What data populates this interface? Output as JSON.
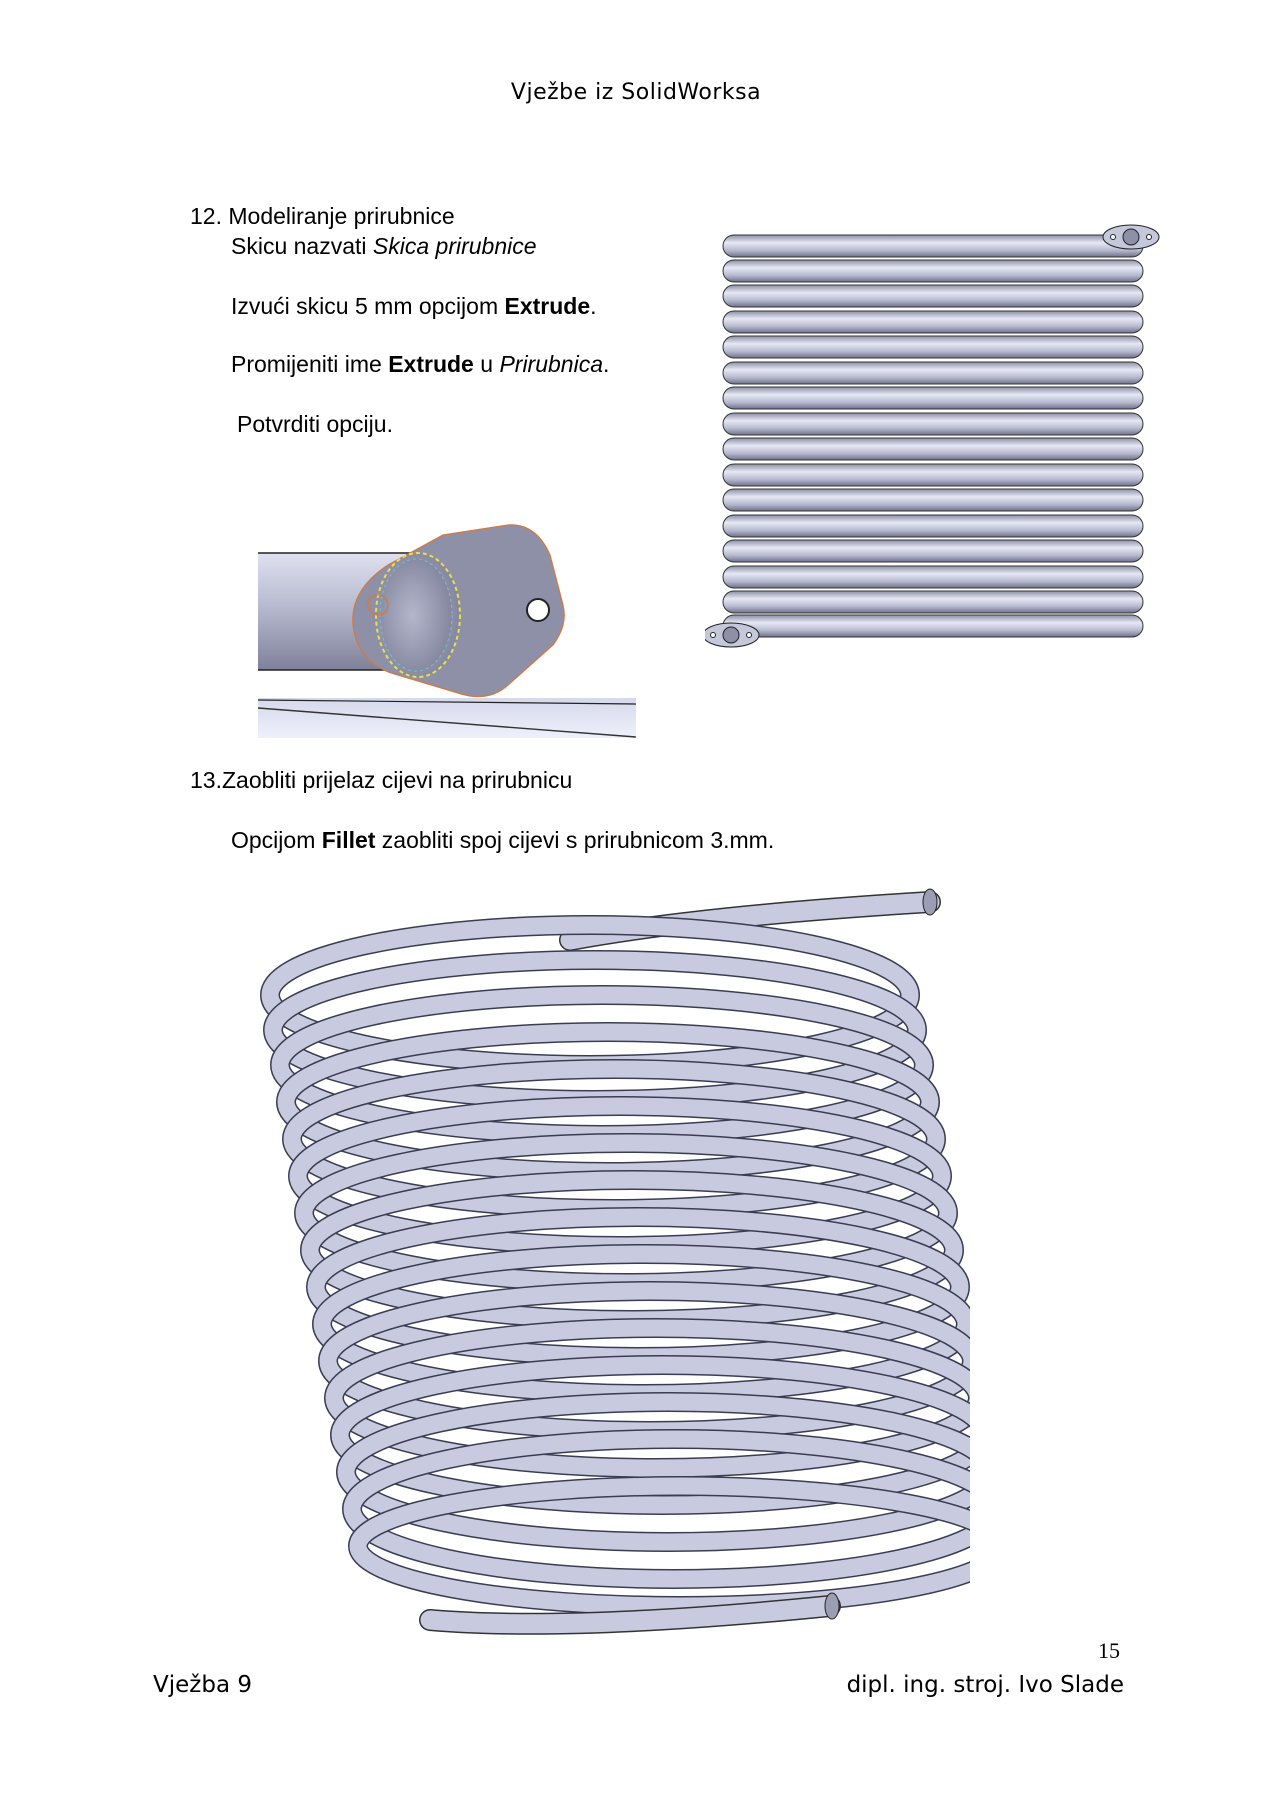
{
  "header": {
    "title": "Vježbe iz SolidWorksa"
  },
  "step12": {
    "number": "12.",
    "title": "Modeliranje prirubnice",
    "line1_prefix": "Skicu nazvati ",
    "line1_italic": "Skica prirubnice",
    "line2_prefix": "Izvući skicu 5 mm opcijom ",
    "line2_bold": "Extrude",
    "line2_suffix": ".",
    "line3_prefix": "Promijeniti ime ",
    "line3_bold": "Extrude",
    "line3_mid": " u ",
    "line3_italic": "Prirubnica",
    "line3_suffix": ".",
    "line4": "Potvrditi opciju."
  },
  "step13": {
    "number": "13.",
    "title": "Zaobliti prijelaz cijevi na prirubnicu",
    "line1_prefix": "Opcijom ",
    "line1_bold": "Fillet",
    "line1_suffix": " zaobliti spoj cijevi s prirubnicom 3.mm."
  },
  "figures": {
    "flange_closeup": "flange-sketch-closeup",
    "coil_front": "coil-front-view",
    "coil_iso": "coil-isometric-view"
  },
  "colors": {
    "tube": "#c8cbe0",
    "tube_dark": "#8a8ea8",
    "sketch_orange": "#d9773a",
    "sketch_yellow": "#e8e04a"
  },
  "footer": {
    "left": "Vježba 9",
    "right": "dipl. ing. stroj. Ivo Slade",
    "page": "15"
  }
}
